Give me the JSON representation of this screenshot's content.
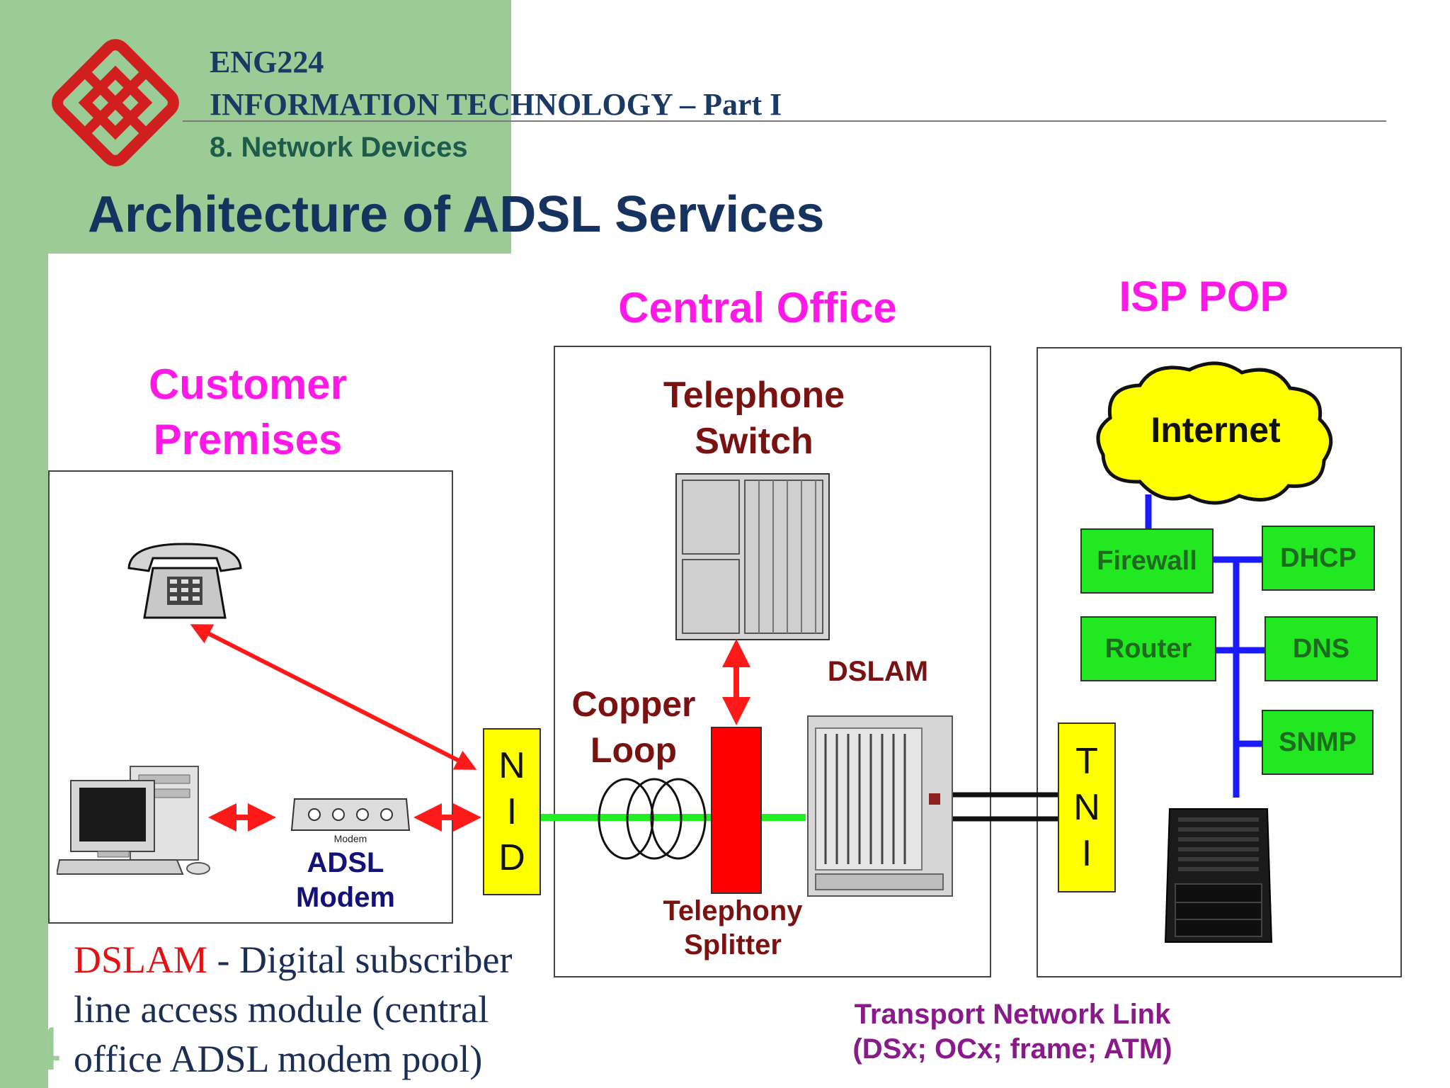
{
  "header": {
    "course_code": "ENG224",
    "course_title": "INFORMATION TECHNOLOGY – Part I",
    "section": "8. Network Devices",
    "slide_title": "Architecture of ADSL Services",
    "page_number_fragment": "4"
  },
  "zones": {
    "customer_line1": "Customer",
    "customer_line2": "Premises",
    "central_office": "Central Office",
    "isp_pop": "ISP POP"
  },
  "labels": {
    "switch_line1": "Telephone",
    "switch_line2": "Switch",
    "dslam": "DSLAM",
    "copper_line1": "Copper",
    "copper_line2": "Loop",
    "splitter_line1": "Telephony",
    "splitter_line2": "Splitter",
    "modem_line1": "ADSL",
    "modem_line2": "Modem",
    "modem_tag": "Modem",
    "internet": "Internet",
    "transport_line1": "Transport Network Link",
    "transport_line2": "(DSx; OCx; frame; ATM)"
  },
  "nid_letters": [
    "N",
    "I",
    "D"
  ],
  "tni_letters": [
    "T",
    "N",
    "I"
  ],
  "isp_services": {
    "firewall": "Firewall",
    "dhcp": "DHCP",
    "router": "Router",
    "dns": "DNS",
    "snmp": "SNMP"
  },
  "footnote": {
    "term": "DSLAM",
    "definition": " - Digital subscriber line access module (central office ADSL modem pool)"
  },
  "colors": {
    "green_band": "#9ccc96",
    "zone_title": "#ff19e6",
    "dark_label": "#7a1212",
    "arrow": "#ff1a1a",
    "link_green": "#22ee22",
    "isp_bus": "#1a1aff",
    "service_box": "#21e821",
    "yellow": "#ffff00",
    "internet_cloud": "#ffff00"
  },
  "icons": [
    "polyu-logo",
    "telephone-icon",
    "computer-icon",
    "modem-icon",
    "switch-cabinet-icon",
    "dslam-rack-icon",
    "server-icon",
    "internet-cloud-icon",
    "copper-coil-icon"
  ]
}
